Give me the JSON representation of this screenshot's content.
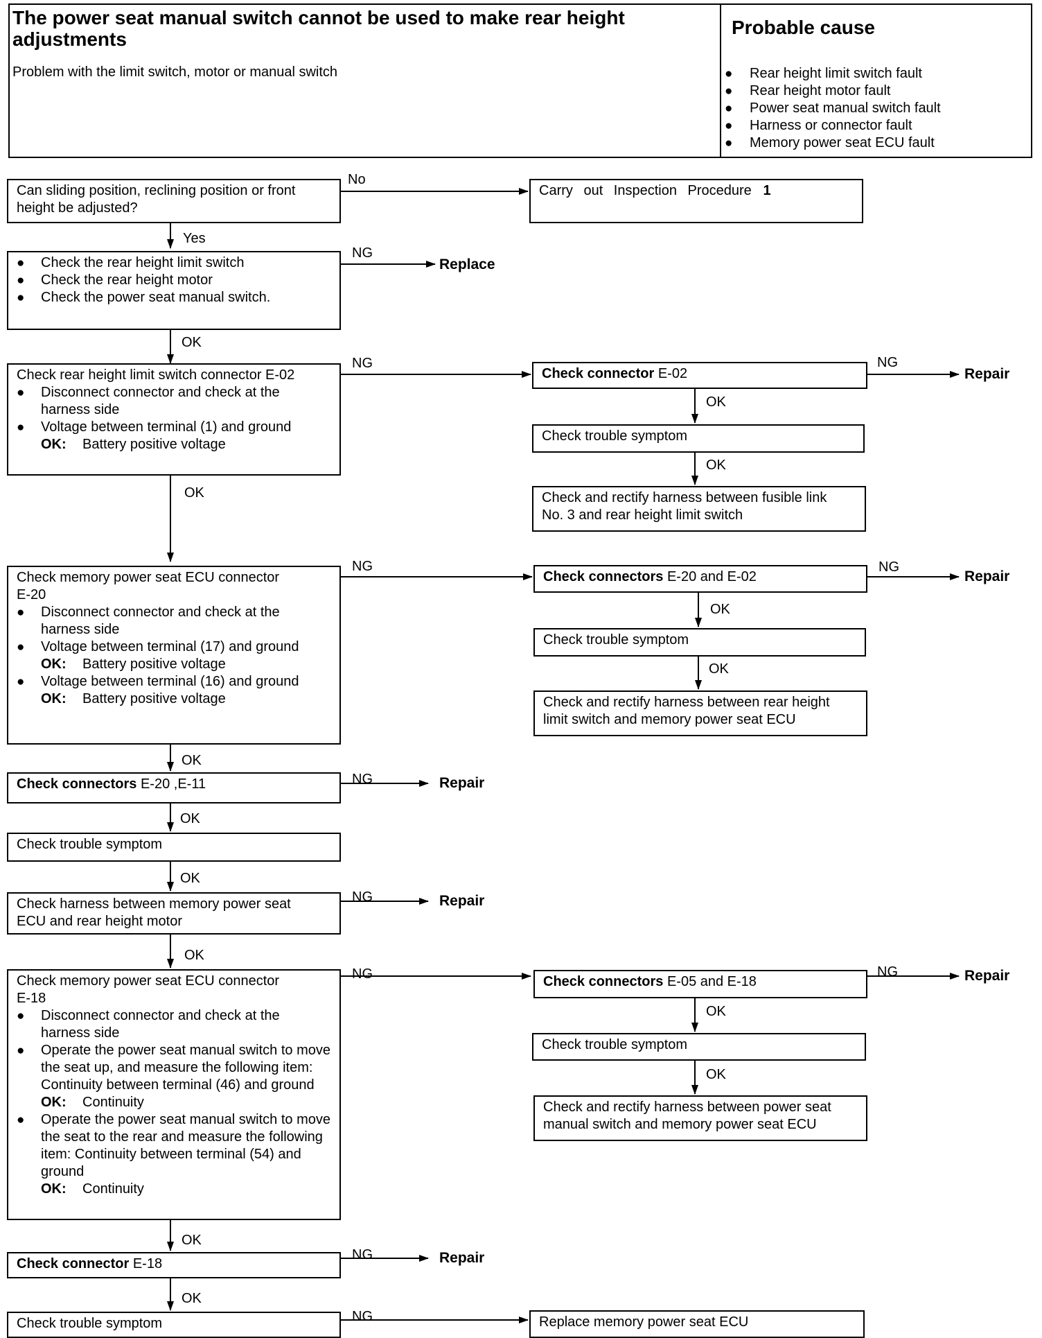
{
  "header": {
    "title": "The power seat manual switch cannot be used to make rear height adjustments",
    "subtitle": "Problem with the limit switch, motor or manual switch",
    "probable_cause_title": "Probable cause",
    "probable_causes": [
      "Rear height limit switch fault",
      "Rear height motor fault",
      "Power seat manual switch fault",
      "Harness or connector fault",
      "Memory power seat ECU fault"
    ]
  },
  "bullet": "●",
  "edge_labels": {
    "no": "No",
    "yes": "Yes",
    "ng": "NG",
    "ok": "OK"
  },
  "actions": {
    "replace": "Replace",
    "repair": "Repair"
  },
  "flow": {
    "q1": {
      "line1": "Can sliding position, reclining position or front",
      "line2": "height be adjusted?"
    },
    "inspect1": {
      "prefix": "Carry out Inspection Procedure",
      "number": "1"
    },
    "check_components": [
      "Check the rear height limit switch",
      "Check the rear height motor",
      "Check the power seat manual switch."
    ],
    "conn_e02": {
      "title": "Check rear height limit switch connector E-02",
      "items": [
        "Disconnect connector and check at the harness side",
        "Voltage between terminal (1) and ground"
      ],
      "ok_label": "OK:",
      "ok_value": "Battery positive voltage"
    },
    "r_e02_conn": {
      "bold": "Check connector",
      "rest": "E-02"
    },
    "r_e02_sym": "Check trouble symptom",
    "r_e02_harness": {
      "line1": "Check and rectify harness between fusible link",
      "line2": "No. 3 and rear height limit switch"
    },
    "ecu_e20": {
      "title1": "Check memory power seat ECU connector",
      "title2": "E-20",
      "item1": "Disconnect connector and check at the harness side",
      "item2": "Voltage between terminal (17) and ground",
      "item3": "Voltage between terminal (16) and ground",
      "ok_label": "OK:",
      "ok_value": "Battery positive voltage"
    },
    "r_e20_conn": {
      "bold": "Check connectors",
      "rest": "E-20 and E-02"
    },
    "r_e20_sym": "Check trouble symptom",
    "r_e20_harness": {
      "line1": "Check and rectify harness between rear height",
      "line2": "limit switch and memory power seat ECU"
    },
    "conn_e20_e11": {
      "bold": "Check connectors",
      "rest": "E-20 ,E-11"
    },
    "sym2": "Check trouble symptom",
    "harness_motor": {
      "line1": "Check harness between memory power seat",
      "line2": "ECU and rear height motor"
    },
    "ecu_e18": {
      "title1": "Check memory power seat ECU connector",
      "title2": "E-18",
      "item1": "Disconnect connector and check at the harness side",
      "item2": "Operate the power seat manual switch to move the seat up, and measure the following item: Continuity between terminal (46) and ground",
      "item3": "Operate the power seat manual switch to move the seat to the rear and measure the following item: Continuity between terminal (54) and ground",
      "ok_label": "OK:",
      "ok_value": "Continuity"
    },
    "r_e18_conn": {
      "bold": "Check connectors",
      "rest": "E-05 and E-18"
    },
    "r_e18_sym": "Check trouble symptom",
    "r_e18_harness": {
      "line1": "Check and rectify harness between power seat",
      "line2": "manual switch and memory power seat ECU"
    },
    "conn_e18": {
      "bold": "Check connector",
      "rest": "E-18"
    },
    "sym_final": "Check trouble symptom",
    "replace_ecu": "Replace memory power seat ECU"
  }
}
